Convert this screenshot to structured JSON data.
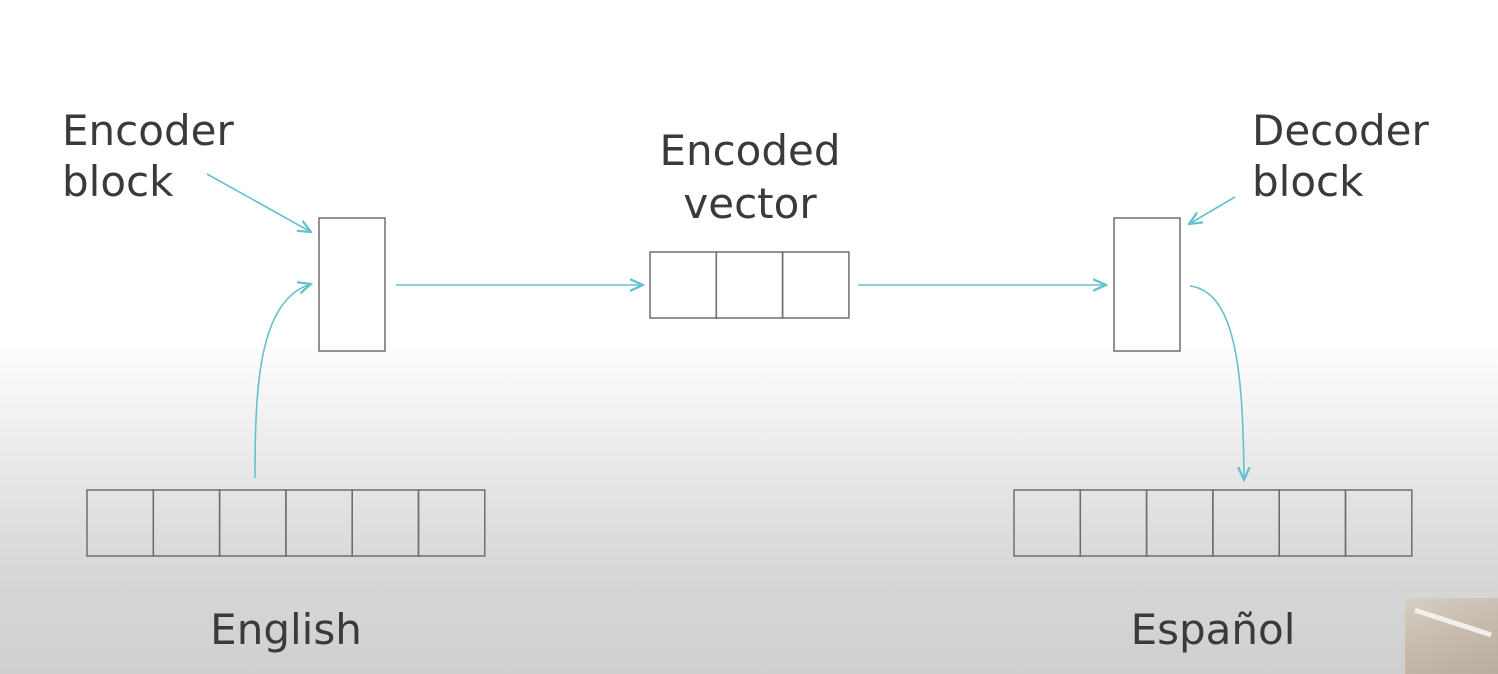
{
  "labels": {
    "encoder_block": [
      "Encoder",
      "block"
    ],
    "encoded_vector": [
      "Encoded",
      "vector"
    ],
    "decoder_block": [
      "Decoder",
      "block"
    ],
    "source_language": "English",
    "target_language": "Español"
  },
  "structure": {
    "input_sequence_cells": 6,
    "encoded_vector_cells": 3,
    "output_sequence_cells": 6
  },
  "colors": {
    "arrow": "#63c2cc",
    "box_stroke": "#6e6e6e",
    "text": "#3a3a3a"
  }
}
